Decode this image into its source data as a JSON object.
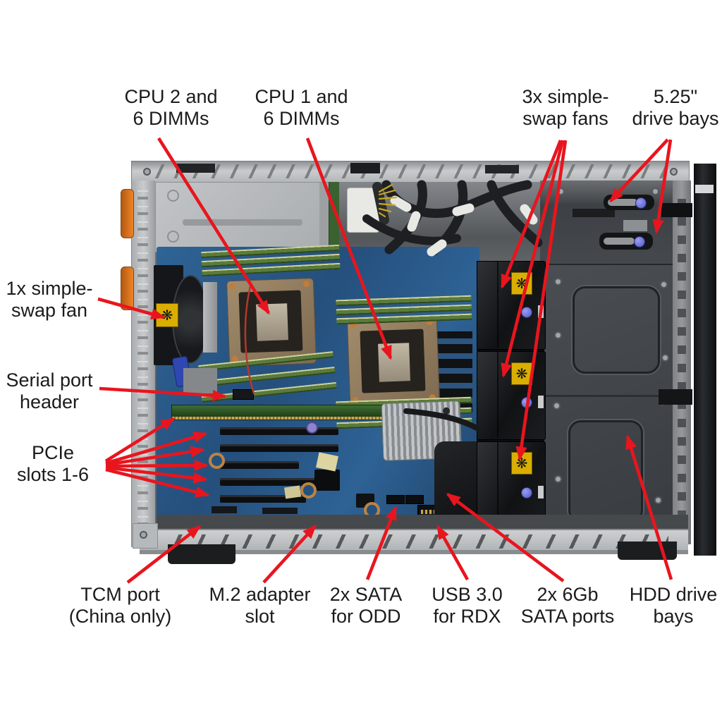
{
  "callouts": {
    "cpu2": {
      "line1": "CPU 2 and",
      "line2": "6 DIMMs"
    },
    "cpu1": {
      "line1": "CPU 1 and",
      "line2": "6 DIMMs"
    },
    "fans3x": {
      "line1": "3x simple-",
      "line2": "swap fans"
    },
    "bays525": {
      "line1": "5.25\"",
      "line2": "drive bays"
    },
    "fan1x": {
      "line1": "1x simple-",
      "line2": "swap fan"
    },
    "serial": {
      "line1": "Serial port",
      "line2": "header"
    },
    "pcie": {
      "line1": "PCIe",
      "line2": "slots 1-6"
    },
    "tcm": {
      "line1": "TCM port",
      "line2": "(China only)"
    },
    "m2": {
      "line1": "M.2 adapter",
      "line2": "slot"
    },
    "sataodd": {
      "line1": "2x SATA",
      "line2": "for ODD"
    },
    "usb": {
      "line1": "USB 3.0",
      "line2": "for RDX"
    },
    "sata6gb": {
      "line1": "2x 6Gb",
      "line2": "SATA ports"
    },
    "hdd": {
      "line1": "HDD drive",
      "line2": "bays"
    }
  },
  "icons": {
    "fan_warning": "❋"
  },
  "colors": {
    "background": "#ffffff",
    "label_text": "#1b1b1b",
    "arrow_red": "#e8151e",
    "chassis_light_gray": "#c6c8ca",
    "motherboard_blue": "#2d5e8e",
    "dimm_green": "#5a7b3a",
    "cpu_heatsink_copper": "#96805f",
    "fan_black": "#17191b",
    "warning_label_yellow": "#d9ae00",
    "latch_blue": "#5056c8",
    "drive_cage_gray": "#43474b",
    "handle_orange": "#e07820"
  }
}
